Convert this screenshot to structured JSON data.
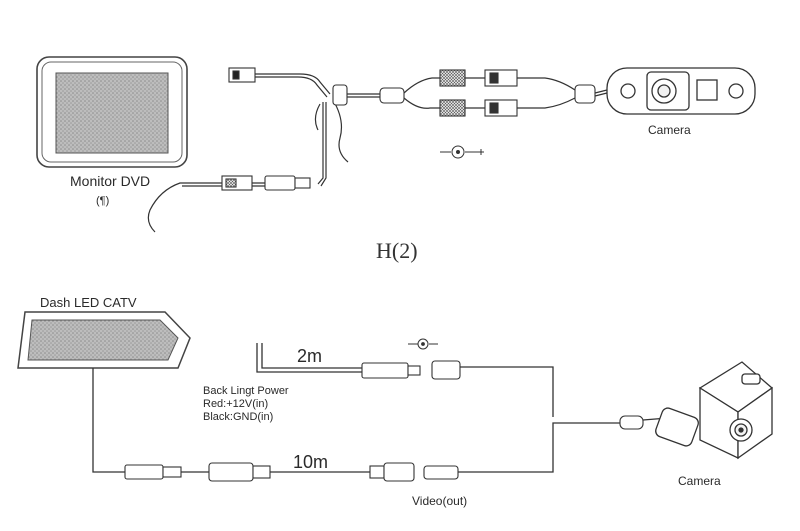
{
  "top_diagram": {
    "monitor_label": "Monitor DVD",
    "monitor_sub_label": "(¶)",
    "camera_label": "Camera"
  },
  "figure_label": "H(2)",
  "bottom_diagram": {
    "dash_label": "Dash LED CATV",
    "power_cable_length": "2m",
    "back_light_title": "Back Lingt Power",
    "back_light_red": "Red:+12V(in)",
    "back_light_black": "Black:GND(in)",
    "video_cable_length": "10m",
    "video_label": "Video(out)",
    "camera_label": "Camera"
  }
}
